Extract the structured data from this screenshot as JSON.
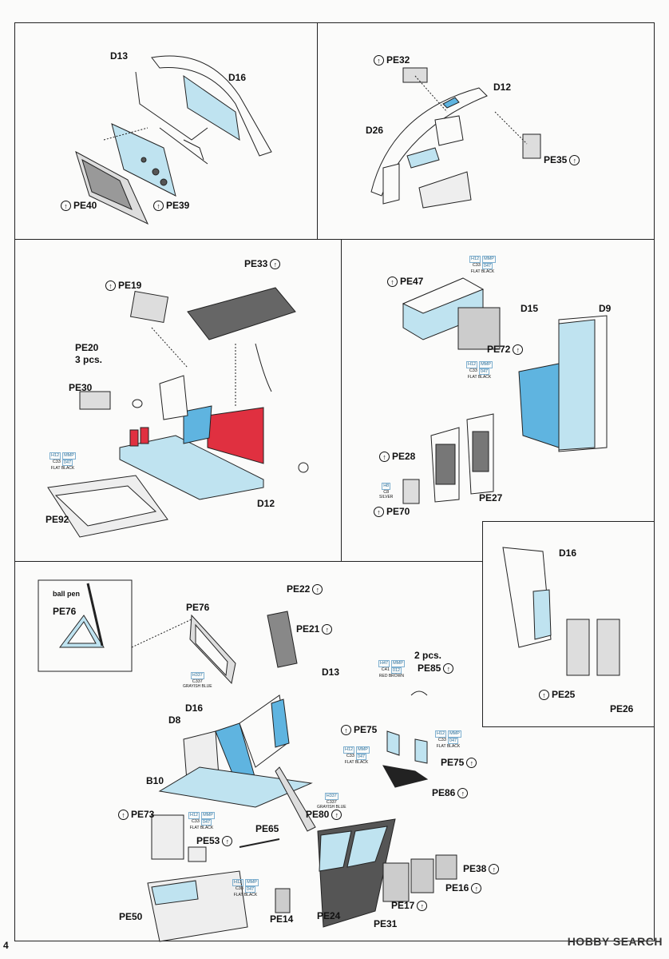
{
  "page_number": "4",
  "watermark": "HOBBY SEARCH",
  "panels": {
    "p1": {
      "d13": "D13",
      "d16": "D16",
      "pe40": "PE40",
      "pe39": "PE39"
    },
    "p2": {
      "pe32": "PE32",
      "d12": "D12",
      "d26": "D26",
      "pe35": "PE35"
    },
    "p3": {
      "pe33": "PE33",
      "pe19": "PE19",
      "pe20": "PE20",
      "pe20_qty": "3 pcs.",
      "pe30": "PE30",
      "pe92": "PE92",
      "d12": "D12",
      "paint": {
        "a": "H12",
        "b": "MMP",
        "c": "C33",
        "d": "047",
        "name": "FLAT BLACK"
      }
    },
    "p4": {
      "pe47": "PE47",
      "d15": "D15",
      "d9": "D9",
      "pe72": "PE72",
      "pe28": "PE28",
      "pe27": "PE27",
      "pe70": "PE70",
      "paint_top": {
        "a": "H12",
        "b": "MMP",
        "c": "C33",
        "d": "047",
        "name": "FLAT BLACK"
      },
      "paint_mid": {
        "a": "H12",
        "b": "MMP",
        "c": "C33",
        "d": "047",
        "name": "FLAT BLACK"
      },
      "paint_silver": {
        "a": "H8",
        "c": "C8",
        "name": "SILVER"
      }
    },
    "p5": {
      "d16": "D16",
      "pe25": "PE25",
      "pe26": "PE26"
    },
    "p6": {
      "ballpen": "ball pen",
      "pe76_inset": "PE76",
      "pe76": "PE76",
      "pe22": "PE22",
      "pe21": "PE21",
      "pe85_qty": "2 pcs.",
      "pe85": "PE85",
      "d13": "D13",
      "d16": "D16",
      "d8": "D8",
      "b10": "B10",
      "pe75a": "PE75",
      "pe75b": "PE75",
      "pe86": "PE86",
      "pe80": "PE80",
      "pe73": "PE73",
      "pe53": "PE53",
      "pe65": "PE65",
      "pe38": "PE38",
      "pe16": "PE16",
      "pe17": "PE17",
      "pe50": "PE50",
      "pe14": "PE14",
      "pe24": "PE24",
      "pe31": "PE31",
      "paint_gb1": {
        "a": "H337",
        "c": "C337",
        "name": "GRAYISH BLUE"
      },
      "paint_gb2": {
        "a": "H337",
        "c": "C337",
        "name": "GRAYISH BLUE"
      },
      "paint_rb": {
        "a": "H47",
        "b": "MMP",
        "c": "C41",
        "d": "012",
        "name": "RED BROWN"
      },
      "paint_fb1": {
        "a": "H12",
        "b": "MMP",
        "c": "C33",
        "d": "047",
        "name": "FLAT BLACK"
      },
      "paint_fb2": {
        "a": "H12",
        "b": "MMP",
        "c": "C33",
        "d": "047",
        "name": "FLAT BLACK"
      },
      "paint_fb3": {
        "a": "H12",
        "b": "MMP",
        "c": "C33",
        "d": "047",
        "name": "FLAT BLACK"
      },
      "paint_fb4": {
        "a": "H12",
        "b": "MMP",
        "c": "C33",
        "d": "047",
        "name": "FLAT BLACK"
      }
    }
  },
  "colors": {
    "light_blue": "#bfe3f0",
    "blue": "#5fb4e0",
    "red": "#e03040",
    "line": "#222222"
  }
}
